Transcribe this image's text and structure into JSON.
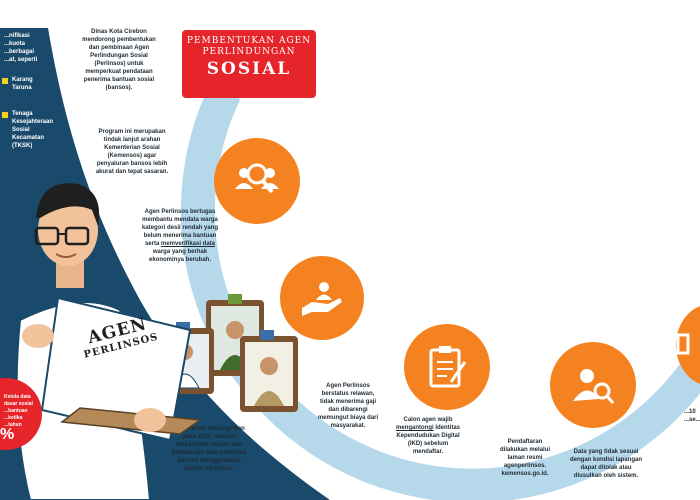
{
  "badge": {
    "line1": "PEMBENTUKAN AGEN",
    "line2": "PERLINDUNGAN",
    "line3": "SOSIAL"
  },
  "left_column": {
    "intro": "...nifikasi ...kuota ...berbagai ...at, seperti",
    "legend1": "Karang Taruna",
    "legend2": "Tenaga Kesejahteraan Sosial Kecamatan (TKSK)",
    "pct_text": "Kelola data dasar sosial ...bantuan ...ketika ...tahun",
    "pct_value": "%"
  },
  "center_texts": {
    "t1": "Dinas Kota Cirebon mendorong pembentukan dan pembinaan Agen Perlindungan Sosial (Perlinsos) untuk memperkuat pendataan penerima bantuan sosial (bansos).",
    "t2": "Program ini merupakan tindak lanjut arahan Kementerian Sosial (Kemensos) agar penyaluran bansos lebih akurat dan tepat sasaran.",
    "t3_a": "Agen Perlinsos bertugas membantu mendata warga kategori desil rendah yang belum menerima bantuan serta",
    "t3_b": "memverifikasi data",
    "t3_c": "warga yang berhak ekonominya berubah.",
    "t4": "Pemerintah menargetkan pada 2027, seluruh mekanisme usulan dan pembaruan data penerima bansos menggunakan sistem Perlinsos.",
    "t5": "Agen Perlinsos berstatus relawan, tidak menerima gaji dan dibarengi memungut biaya dari masyarakat.",
    "t6_a": "Calon agen wajib",
    "t6_b": "mengantongi",
    "t6_c": "Identitas Kependudukan Digital (IKD) sebelum mendaftar.",
    "t7": "Pendaftaran dilakukan melalui laman resmi agenperlinsos. kemensos.go.id.",
    "t8": "Data yang tidak sesuai dengan kondisi lapangan dapat ditolak atau diusulkan oleh sistem.",
    "t9": "...10 ...se..."
  },
  "figure": {
    "folder_label_1": "AGEN",
    "folder_label_2": "PERLINSOS"
  },
  "icons": [
    "people-search-icon",
    "hand-person-icon",
    "clipboard-icon",
    "user-search-icon",
    "book-icon"
  ],
  "colors": {
    "navy": "#1a4a6b",
    "orange": "#f58220",
    "red": "#e5252a",
    "arc_blue": "#9cc9e3",
    "yellow": "#f5d21a"
  }
}
